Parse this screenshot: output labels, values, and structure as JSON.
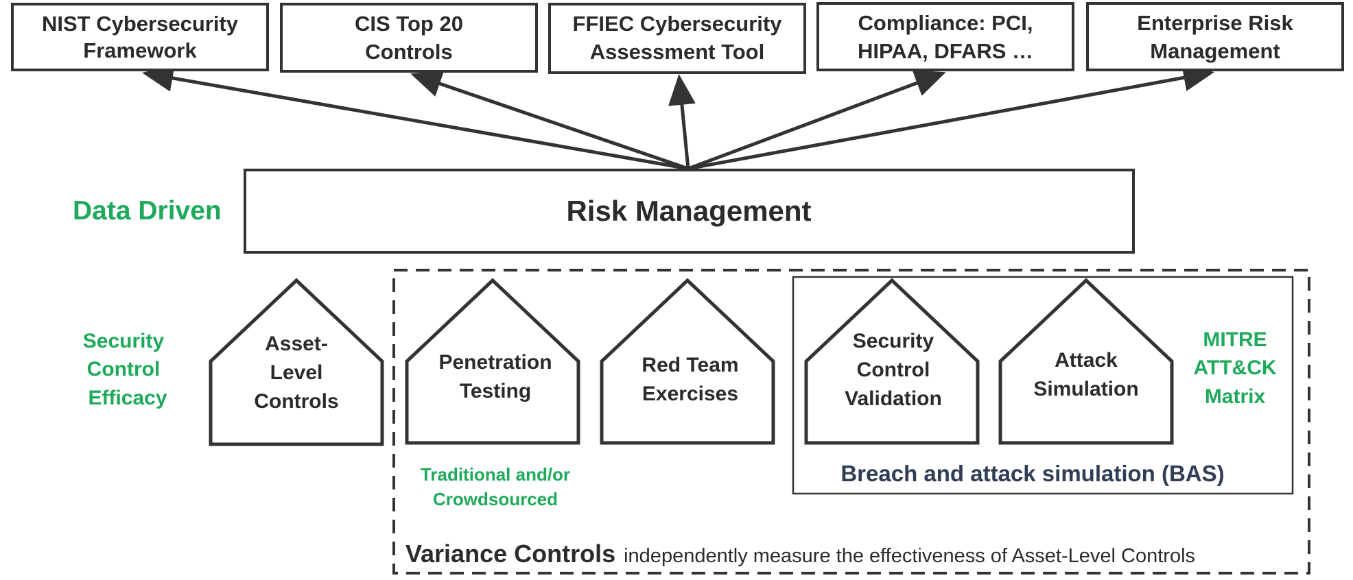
{
  "frameworks": [
    {
      "lines": [
        "NIST Cybersecurity",
        "Framework"
      ]
    },
    {
      "lines": [
        "CIS Top 20",
        "Controls"
      ]
    },
    {
      "lines": [
        "FFIEC Cybersecurity",
        "Assessment Tool"
      ]
    },
    {
      "lines": [
        "Compliance: PCI,",
        "HIPAA, DFARS …"
      ]
    },
    {
      "lines": [
        "Enterprise Risk",
        "Management"
      ]
    }
  ],
  "risk_management": {
    "label": "Risk Management"
  },
  "side_labels": {
    "data_driven": "Data Driven",
    "security_control_efficacy": [
      "Security",
      "Control",
      "Efficacy"
    ],
    "mitre": [
      "MITRE",
      "ATT&CK",
      "Matrix"
    ]
  },
  "houses": [
    {
      "lines": [
        "Asset-",
        "Level",
        "Controls"
      ]
    },
    {
      "lines": [
        "Penetration",
        "Testing"
      ]
    },
    {
      "lines": [
        "Red Team",
        "Exercises"
      ]
    },
    {
      "lines": [
        "Security",
        "Control",
        "Validation"
      ]
    },
    {
      "lines": [
        "Attack",
        "Simulation"
      ]
    }
  ],
  "pen_test_note": [
    "Traditional and/or",
    "Crowdsourced"
  ],
  "bas_label": "Breach and attack simulation (BAS)",
  "variance": {
    "bold": "Variance Controls",
    "rest": "independently measure the effectiveness of Asset-Level Controls"
  },
  "colors": {
    "accent_green": "#1eaa5a",
    "line": "#333333",
    "bas_text": "#2f3e55"
  }
}
